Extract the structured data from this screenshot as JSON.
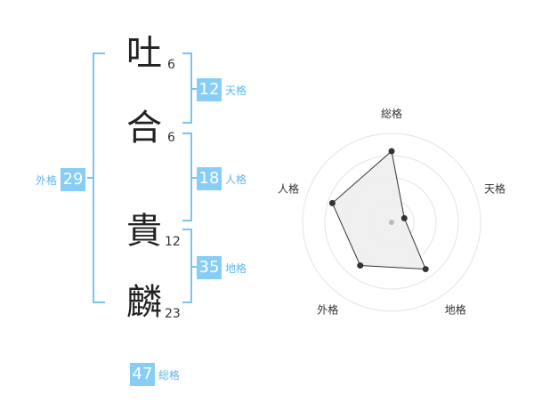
{
  "name": {
    "chars": [
      {
        "char": "吐",
        "strokes": "6"
      },
      {
        "char": "合",
        "strokes": "6"
      },
      {
        "char": "貴",
        "strokes": "12"
      },
      {
        "char": "麟",
        "strokes": "23"
      }
    ]
  },
  "kakusu": {
    "tenkaku": {
      "value": "12",
      "label": "天格"
    },
    "jinkaku": {
      "value": "18",
      "label": "人格"
    },
    "chikaku": {
      "value": "35",
      "label": "地格"
    },
    "gaikaku": {
      "value": "29",
      "label": "外格"
    },
    "soukaku": {
      "value": "47",
      "label": "総格"
    }
  },
  "colors": {
    "accent": "#87cdf6",
    "accent_text": "#5fb7ee",
    "bracket": "#7cc4f0"
  },
  "chart_data": {
    "type": "radar",
    "axes": [
      "総格",
      "天格",
      "地格",
      "外格",
      "人格"
    ],
    "values": [
      0.8,
      0.15,
      0.65,
      0.6,
      0.7
    ],
    "rings": 4
  }
}
